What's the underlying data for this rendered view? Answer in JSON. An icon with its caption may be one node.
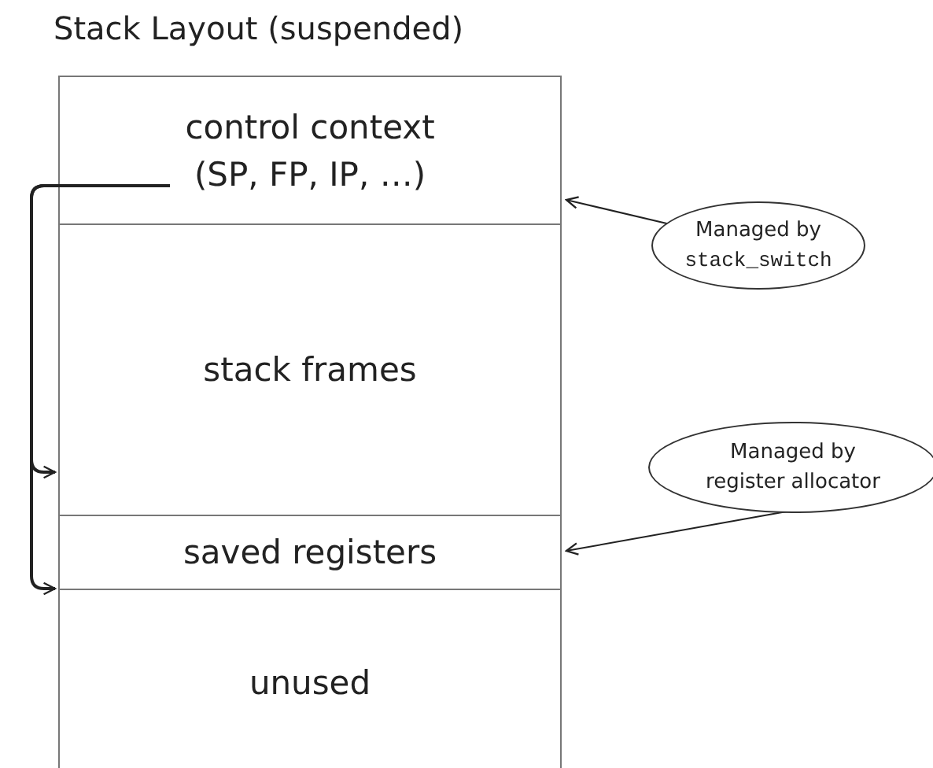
{
  "diagram": {
    "title": "Stack Layout (suspended)",
    "nodes": [
      {
        "text": [
          "control context (SP, FP, IP, …)"
        ]
      },
      {
        "text": [
          "stack frames"
        ]
      },
      {
        "text": [
          "saved registers"
        ]
      },
      {
        "text": [
          "unused"
        ]
      },
      {
        "text": [
          "Managed by",
          "stack_switch"
        ]
      },
      {
        "text": [
          "Managed by",
          "register allocator"
        ]
      }
    ],
    "edges": [
      {
        "from": 0,
        "to": 1,
        "arrow": "to"
      },
      {
        "from": 0,
        "to": 2,
        "arrow": "to"
      },
      {
        "from": 4,
        "to": 0,
        "arrow": "to"
      },
      {
        "from": 5,
        "to": 2,
        "arrow": "to"
      }
    ]
  }
}
